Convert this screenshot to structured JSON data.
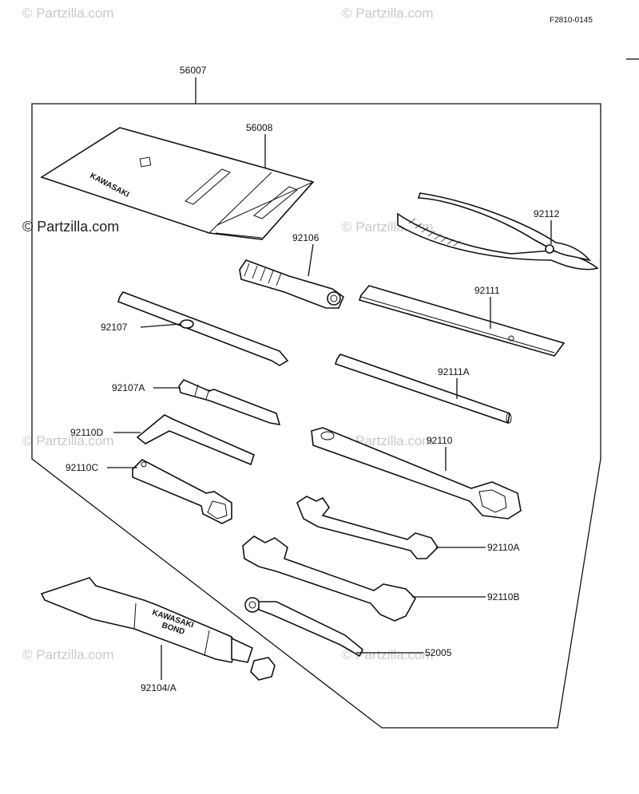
{
  "diagram_code": "F2810-0145",
  "watermarks": {
    "light": "© Partzilla.com",
    "dark": "© Partzilla.com"
  },
  "brand_stamps": {
    "bag": "KAWASAKI",
    "bond_line1": "KAWASAKI",
    "bond_line2": "BOND"
  },
  "parts": {
    "p56007": "56007",
    "p56008": "56008",
    "p92112": "92112",
    "p92106": "92106",
    "p92111": "92111",
    "p92107": "92107",
    "p92111A": "92111A",
    "p92107A": "92107A",
    "p92110D": "92110D",
    "p92110": "92110",
    "p92110C": "92110C",
    "p92110A": "92110A",
    "p92110B": "92110B",
    "p52005": "52005",
    "p92104A": "92104/A"
  },
  "colors": {
    "line": "#111111",
    "watermark": "#c9c9c9",
    "background": "#ffffff"
  }
}
